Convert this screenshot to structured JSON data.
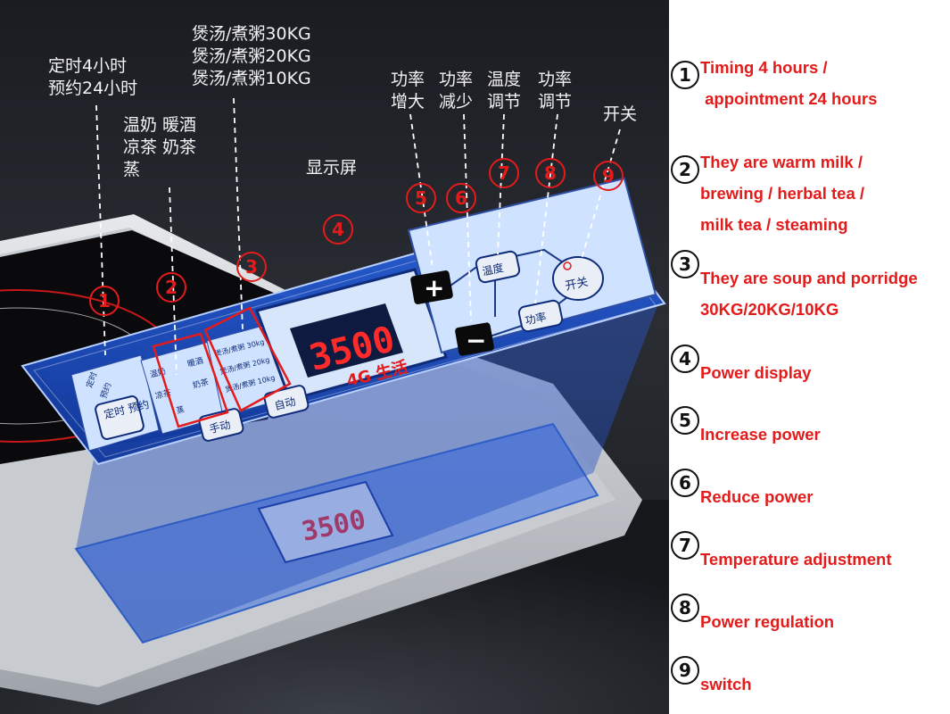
{
  "callouts_cn": {
    "timer": "定时4小时\n预约24小时",
    "modes": "温奶 暖酒\n凉茶 奶茶\n蒸",
    "soup": "煲汤/煮粥30KG\n煲汤/煮粥20KG\n煲汤/煮粥10KG",
    "display": "显示屏",
    "power_up": "功率\n增大",
    "power_down": "功率\n减少",
    "temp": "温度\n调节",
    "power_adj": "功率\n调节",
    "switch": "开关"
  },
  "markers": [
    "1",
    "2",
    "3",
    "4",
    "5",
    "6",
    "7",
    "8",
    "9"
  ],
  "panel": {
    "display_value": "3500",
    "brand": "4G 生活",
    "btn_timer": "定时\n预约",
    "btn_manual": "手动",
    "btn_auto": "自动",
    "btn_temp": "温度",
    "btn_power": "功率",
    "btn_switch": "开关",
    "lbl_timer": "定时",
    "lbl_reserve": "预约",
    "lbl_warm_milk": "温奶",
    "lbl_warm_wine": "暖酒",
    "lbl_herbal_tea": "凉茶",
    "lbl_milk_tea": "奶茶",
    "lbl_steam": "蒸",
    "lbl_soup30": "煲汤/煮粥 30kg",
    "lbl_soup20": "煲汤/煮粥 20kg",
    "lbl_soup10": "煲汤/煮粥 10kg",
    "plus": "+",
    "minus": "−"
  },
  "legend": [
    {
      "n": "1",
      "text": "Timing 4 hours /\n appointment 24 hours"
    },
    {
      "n": "2",
      "text": "They are warm milk /\nbrewing / herbal tea /\nmilk tea / steaming"
    },
    {
      "n": "3",
      "text": "They are soup and porridge\n30KG/20KG/10KG"
    },
    {
      "n": "4",
      "text": "Power display"
    },
    {
      "n": "5",
      "text": "Increase power"
    },
    {
      "n": "6",
      "text": "Reduce power"
    },
    {
      "n": "7",
      "text": "Temperature adjustment"
    },
    {
      "n": "8",
      "text": "Power regulation"
    },
    {
      "n": "9",
      "text": "switch"
    }
  ],
  "colors": {
    "accent_red": "#e31b1b",
    "panel_blue": "#1f4fc0",
    "panel_light": "#cfe2ff",
    "photo_bg": "#1a1c22"
  }
}
